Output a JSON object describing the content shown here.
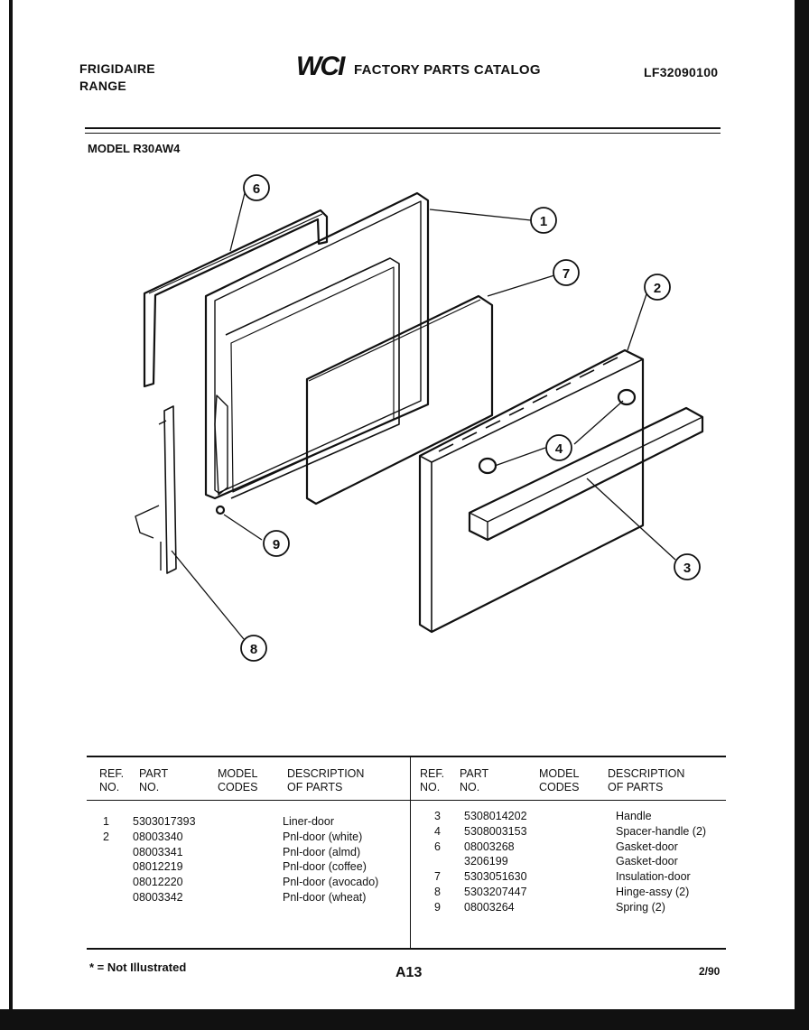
{
  "header": {
    "brand_line1": "FRIGIDAIRE",
    "brand_line2": "RANGE",
    "logo_text": "WCI",
    "catalog_title": "FACTORY PARTS CATALOG",
    "catalog_number": "LF32090100"
  },
  "model_label": "MODEL R30AW4",
  "diagram": {
    "callouts": [
      "1",
      "2",
      "3",
      "4",
      "6",
      "7",
      "8",
      "9"
    ]
  },
  "parts_table": {
    "headers": {
      "ref_line1": "REF.",
      "ref_line2": "NO.",
      "part_line1": "PART",
      "part_line2": "NO.",
      "model_line1": "MODEL",
      "model_line2": "CODES",
      "desc_line1": "DESCRIPTION",
      "desc_line2": "OF PARTS"
    },
    "left_rows": [
      {
        "ref": "1",
        "part": "5303017393",
        "desc": "Liner-door"
      },
      {
        "ref": "2",
        "part": "08003340",
        "desc": "Pnl-door (white)"
      },
      {
        "ref": "",
        "part": "08003341",
        "desc": "Pnl-door (almd)"
      },
      {
        "ref": "",
        "part": "08012219",
        "desc": "Pnl-door (coffee)"
      },
      {
        "ref": "",
        "part": "08012220",
        "desc": "Pnl-door (avocado)"
      },
      {
        "ref": "",
        "part": "08003342",
        "desc": "Pnl-door (wheat)"
      }
    ],
    "right_rows": [
      {
        "ref": "3",
        "part": "5308014202",
        "desc": "Handle"
      },
      {
        "ref": "4",
        "part": "5308003153",
        "desc": "Spacer-handle (2)"
      },
      {
        "ref": "6",
        "part": "08003268",
        "desc": "Gasket-door"
      },
      {
        "ref": "",
        "part": "3206199",
        "desc": "Gasket-door"
      },
      {
        "ref": "7",
        "part": "5303051630",
        "desc": "Insulation-door"
      },
      {
        "ref": "8",
        "part": "5303207447",
        "desc": "Hinge-assy (2)"
      },
      {
        "ref": "9",
        "part": "08003264",
        "desc": "Spring (2)"
      }
    ]
  },
  "footer": {
    "note": "* = Not Illustrated",
    "page": "A13",
    "date": "2/90"
  }
}
